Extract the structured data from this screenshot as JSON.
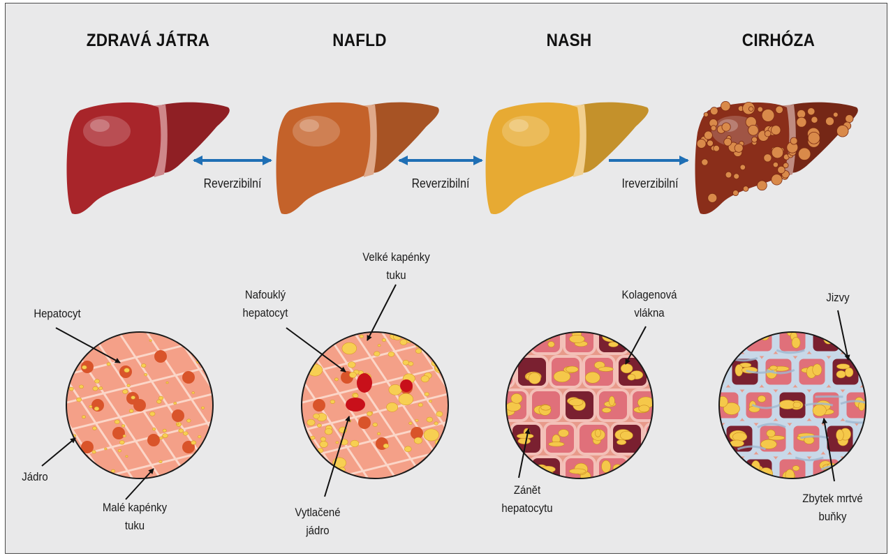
{
  "stages": [
    {
      "title": "ZDRAVÁ JÁTRA",
      "liver_color": "#a8252a"
    },
    {
      "title": "NAFLD",
      "liver_color": "#c4622a"
    },
    {
      "title": "NASH",
      "liver_color": "#e7aa33"
    },
    {
      "title": "CIRHÓZA",
      "liver_color": "#8a2e1a"
    }
  ],
  "transitions": [
    {
      "label": "Reverzibilní",
      "direction": "both"
    },
    {
      "label": "Reverzibilní",
      "direction": "both"
    },
    {
      "label": "Ireverzibilní",
      "direction": "forward"
    }
  ],
  "annotations": {
    "hepatocyt": "Hepatocyt",
    "jadro": "Jádro",
    "male_kapenky": "Malé kapénky\ntuku",
    "nafoukly": "Nafouklý\nhepatocyt",
    "velke_kapenky": "Velké kapénky\ntuku",
    "vytlacene": "Vytlačené\njádro",
    "kolagenova": "Kolagenová\nvlákna",
    "zanet": "Zánět\nhepatocytu",
    "jizvy": "Jizvy",
    "zbytek": "Zbytek mrtvé\nbuňky"
  },
  "colors": {
    "arrow": "#1f6fb5",
    "background": "#e9e9ea"
  }
}
